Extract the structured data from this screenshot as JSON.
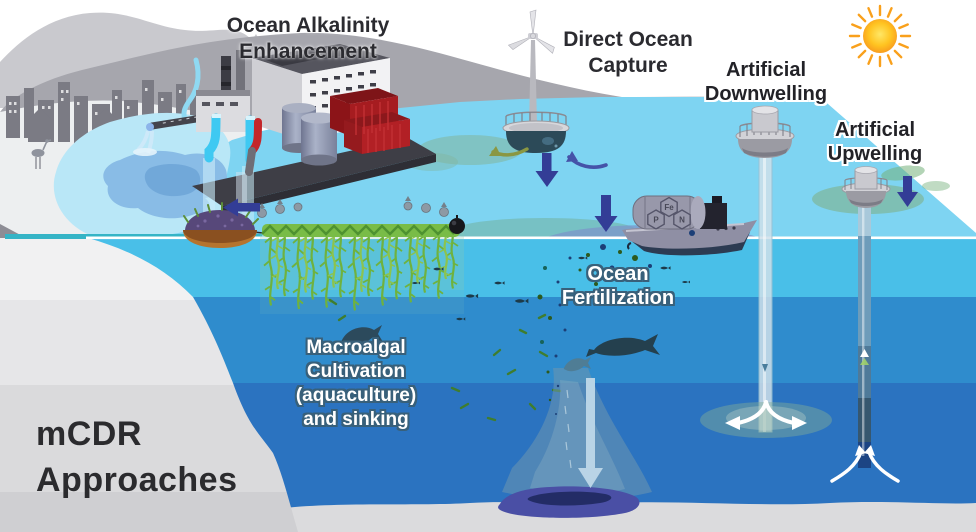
{
  "title": "mCDR Approaches",
  "labels": {
    "ocean_alkalinity": {
      "line1": "Ocean Alkalinity",
      "line2": "Enhancement"
    },
    "direct_ocean_capture": {
      "line1": "Direct Ocean",
      "line2": "Capture"
    },
    "artificial_downwelling": {
      "line1": "Artificial",
      "line2": "Downwelling"
    },
    "artificial_upwelling": {
      "line1": "Artificial",
      "line2": "Upwelling"
    },
    "ocean_fertilization": {
      "line1": "Ocean",
      "line2": "Fertilization"
    },
    "macroalgal": {
      "line1": "Macroalgal",
      "line2": "Cultivation",
      "line3": "(aquaculture)",
      "line4": "and sinking"
    },
    "mcdr": {
      "line1": "mCDR",
      "line2": "Approaches"
    }
  },
  "ship": {
    "tank_labels": {
      "fe": "Fe",
      "p": "P",
      "n": "N"
    }
  },
  "colors": {
    "arrow_indigo": "#333d96",
    "arrow_blue_curve": "#4553a8",
    "arrow_olive": "#8a9742",
    "surface_water": "#7ed4f2",
    "band_shallow": "#49bfe8",
    "band_mid": "#2f8ccd",
    "band_deep": "#2b73c0",
    "seafloor": "#dbdbdd",
    "kelp": "#6fb23e",
    "sun_core": "#ffcf24",
    "sun_ray": "#f9a01b",
    "sediment": "#4a4fa5",
    "teal_shoreline": "#35b4c6"
  }
}
